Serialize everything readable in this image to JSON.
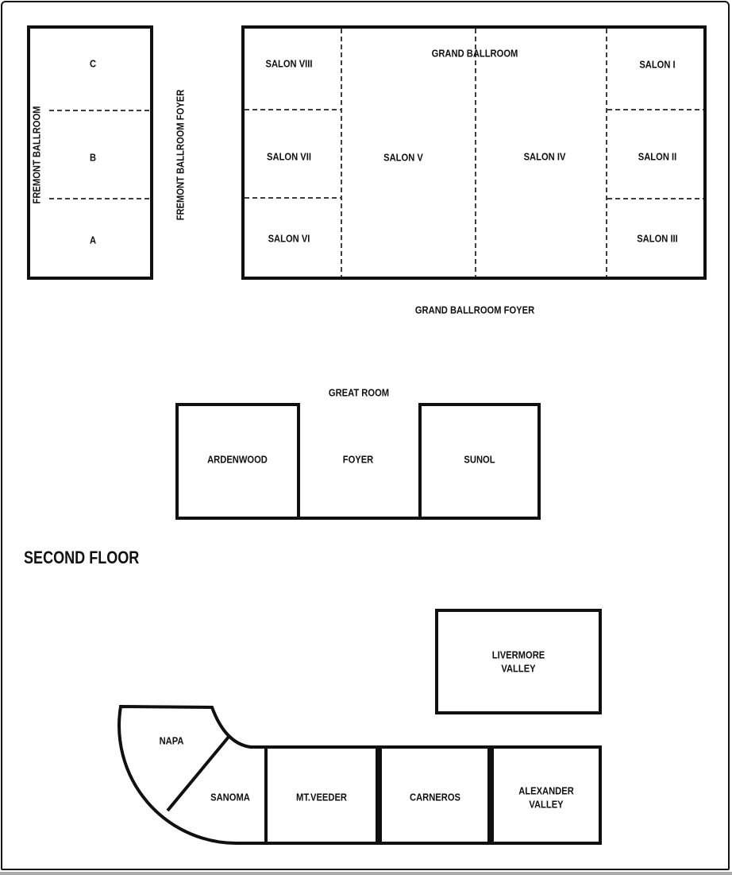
{
  "floor_plan": {
    "floor_title": "SECOND FLOOR",
    "fremont_ballroom": {
      "label": "FREMONT BALLROOM",
      "sections": {
        "c": "C",
        "b": "B",
        "a": "A"
      }
    },
    "fremont_ballroom_foyer": {
      "label": "FREMONT BALLROOM FOYER"
    },
    "grand_ballroom": {
      "label": "GRAND BALLROOM",
      "salons": {
        "viii": "SALON VIII",
        "vii": "SALON VII",
        "vi": "SALON VI",
        "v": "SALON V",
        "iv": "SALON IV",
        "i": "SALON I",
        "ii": "SALON II",
        "iii": "SALON III"
      }
    },
    "grand_ballroom_foyer": {
      "label": "GRAND BALLROOM FOYER"
    },
    "great_room": {
      "label": "GREAT ROOM",
      "ardenwood": "ARDENWOOD",
      "foyer": "FOYER",
      "sunol": "SUNOL"
    },
    "wine_rooms": {
      "livermore_valley": "LIVERMORE VALLEY",
      "napa": "NAPA",
      "sanoma": "SANOMA",
      "mt_veeder": "MT.VEEDER",
      "carneros": "CARNEROS",
      "alexander_valley": "ALEXANDER VALLEY"
    },
    "colors": {
      "line": "#101010",
      "dash": "#3d3d3d",
      "background": "#ffffff",
      "page_edge": "#a9a9a9"
    }
  }
}
